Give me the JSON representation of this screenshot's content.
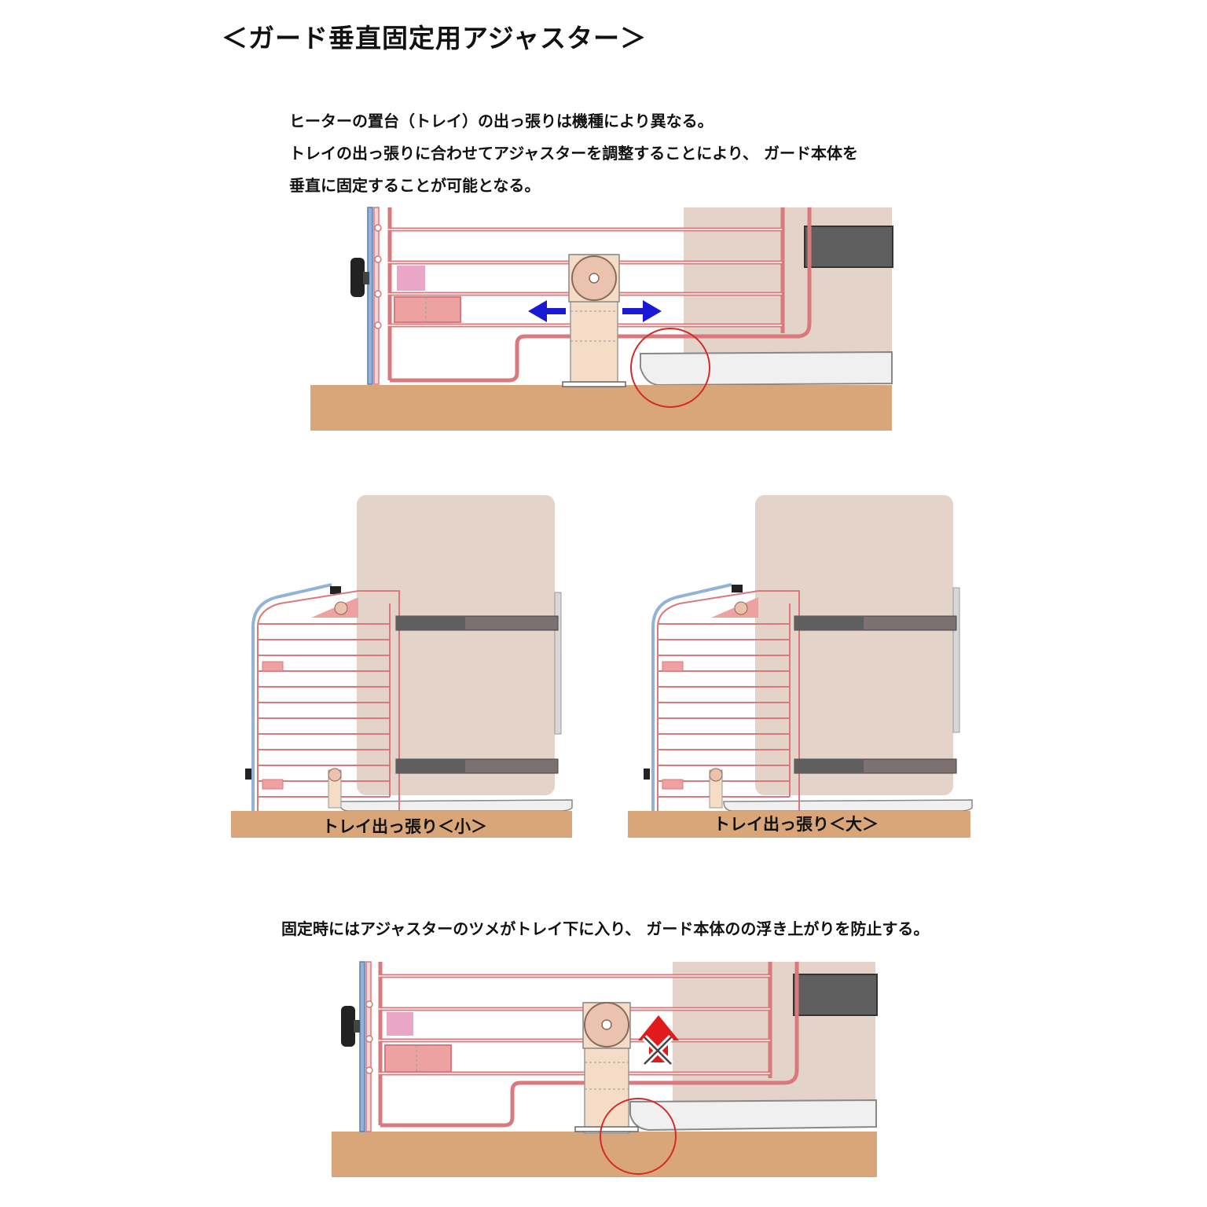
{
  "title": "＜ガード垂直固定用アジャスター＞",
  "description": [
    "ヒーターの置台（トレイ）の出っ張りは機種により異なる。",
    "トレイの出っ張りに合わせてアジャスターを調整することにより、 ガード本体を",
    "垂直に固定することが可能となる。"
  ],
  "captions": {
    "small": "トレイ出っ張り＜小＞",
    "large": "トレイ出っ張り＜大＞"
  },
  "note": "固定時にはアジャスターのツメがトレイ下に入り、 ガード本体のの浮き上がりを防止する。",
  "colors": {
    "floor": "#d9a67a",
    "heater": "#e3d3c8",
    "rail": "#d9797e",
    "rail_fill": "#f7d3d4",
    "panel": "#93b2d9",
    "adjuster": "#f4dcc6",
    "arrow_blue": "#1a1ad6",
    "circle_red": "#d42a2a",
    "bar_dark": "#5f5f5f",
    "bar_brown": "#7d7070"
  },
  "icons": {
    "direction_arrows": "left-right-arrow-icon",
    "prohibited_lift": "red-up-arrow-x-icon",
    "highlight": "red-circle-icon"
  }
}
